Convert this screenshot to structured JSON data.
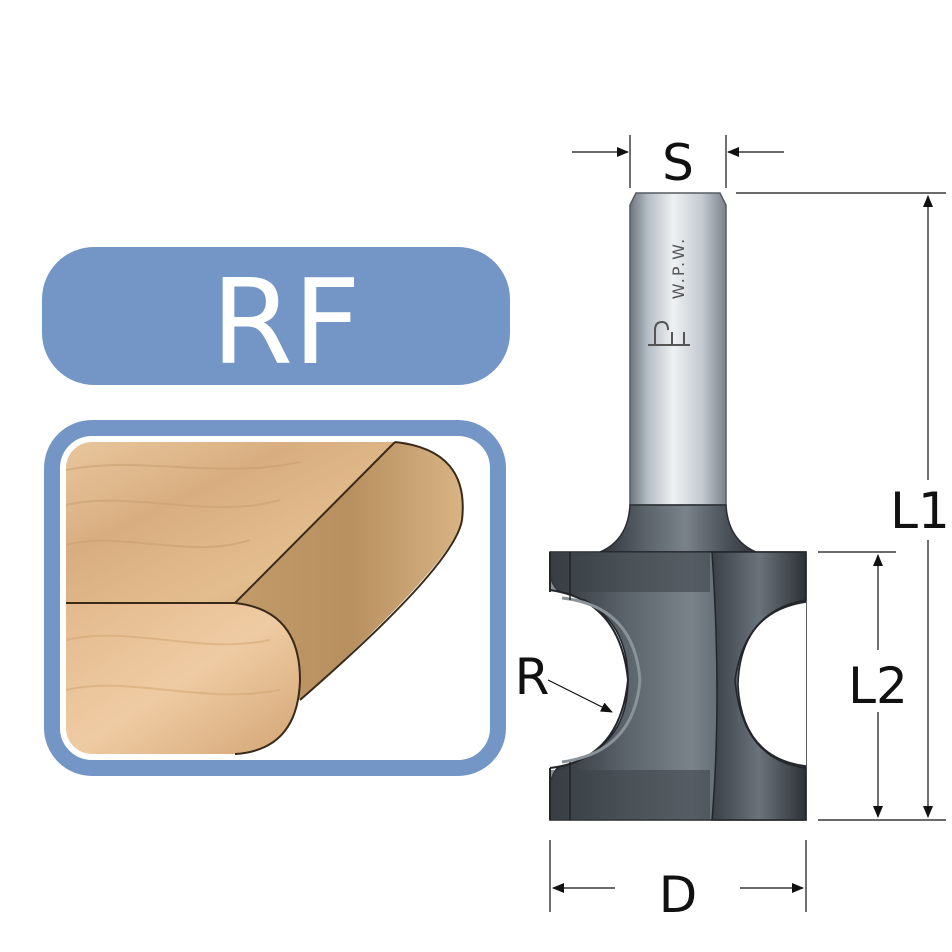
{
  "badge": {
    "label": "RF"
  },
  "dimensions": {
    "shank": "S",
    "overall_length": "L1",
    "cutting_length": "L2",
    "radius": "R",
    "diameter": "D"
  },
  "brand": {
    "text": "W.P.W."
  },
  "colors": {
    "badge_fill": "#7496c6",
    "frame_border": "#7496c6",
    "wood_light": "#ecc79c",
    "wood_dark": "#c19b6b",
    "shank_metal": "#c9d0d6",
    "body_metal": "#4e555c",
    "dimension_line": "#111111"
  }
}
